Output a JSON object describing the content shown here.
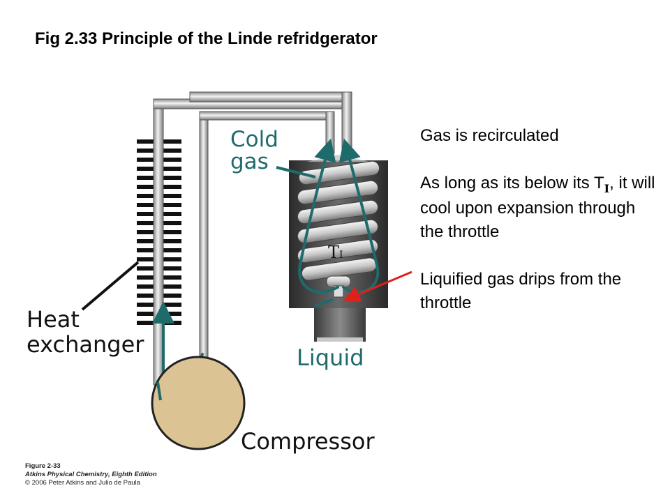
{
  "title": "Fig 2.33  Principle of the Linde refridgerator",
  "labels": {
    "cold_gas_line1": "Cold",
    "cold_gas_line2": "gas",
    "heat_exchanger_line1": "Heat",
    "heat_exchanger_line2": "exchanger",
    "liquid": "Liquid",
    "compressor": "Compressor",
    "inversion_temp_T": "T",
    "inversion_temp_sub": "I"
  },
  "notes": {
    "p1": "Gas is recirculated",
    "p2_a": "As long as its below its T",
    "p2_sub": "I",
    "p2_b": ", it will cool upon expansion through the throttle",
    "p3": "Liquified gas drips from the throttle"
  },
  "caption": {
    "figure": "Figure 2-33",
    "book": "Atkins Physical Chemistry, Eighth Edition",
    "copyright": "© 2006 Peter Atkins and Julio de Paula"
  },
  "colors": {
    "teal_label": "#1f6b6b",
    "arrow_red": "#e0201b",
    "compressor_fill": "#dcc394",
    "chamber_dark": "#333333"
  }
}
